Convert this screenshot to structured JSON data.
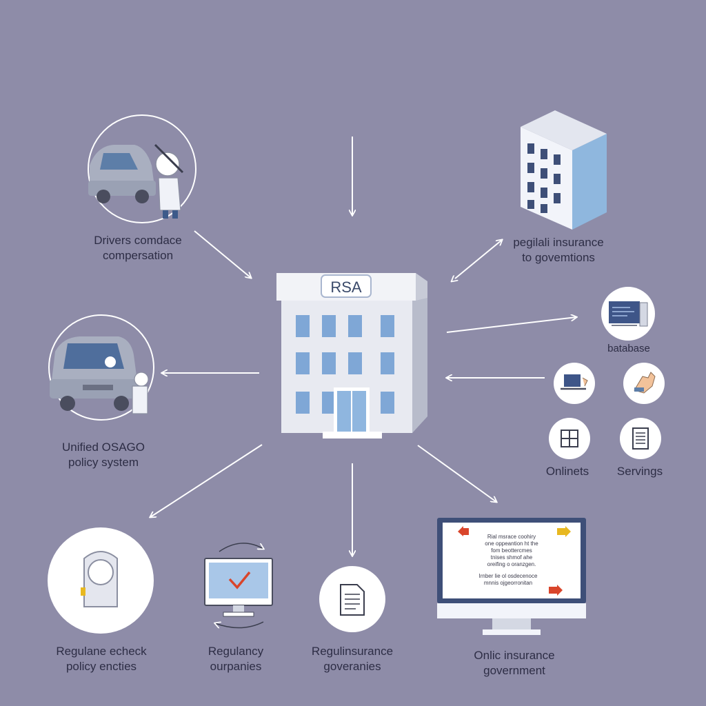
{
  "center": {
    "sign": "RSA"
  },
  "labels": {
    "drivers": [
      "Drivers comdace",
      "compersation"
    ],
    "pegilal": [
      "pegilali insurance",
      "to govemtions"
    ],
    "database": [
      "batabase"
    ],
    "unified": [
      "Unified OSAGO",
      "policy system"
    ],
    "onlinets": [
      "Onlinets"
    ],
    "servings": [
      "Servings"
    ],
    "reg_check": [
      "Regulane echeck",
      "policy encties"
    ],
    "reg_ourpanies": [
      "Regulancy",
      "ourpanies"
    ],
    "reg_insurance": [
      "Regulinsurance",
      "goveranies"
    ],
    "online_gov": [
      "Onlic insurance",
      "government"
    ]
  },
  "monitor_text": {
    "top": [
      "Rial msrace coohiry",
      "one oppeantion ht the",
      "fom beottercmes",
      "tnises shmof ahe",
      "oreifing o oranzgen."
    ],
    "bottom": [
      "Irnber lie ol osdecenoce",
      "mnnis ojgeorronitan"
    ]
  },
  "icons": [
    "car-mechanic-icon",
    "car-driver-icon",
    "office-building-icon",
    "rsa-building-icon",
    "database-computer-icon",
    "laptop-icon",
    "hand-icon",
    "window-grid-icon",
    "document-list-icon",
    "policy-badge-icon",
    "monitor-check-icon",
    "document-icon",
    "online-monitor-icon"
  ],
  "colors": {
    "background": "#8e8ca8",
    "building": "#e4e6ee",
    "window": "#7fa7d6",
    "arrow": "#ffffff",
    "checkmark": "#d9452b",
    "screen_red_arrow": "#d9452b",
    "screen_yellow_arrow": "#e8b820"
  }
}
